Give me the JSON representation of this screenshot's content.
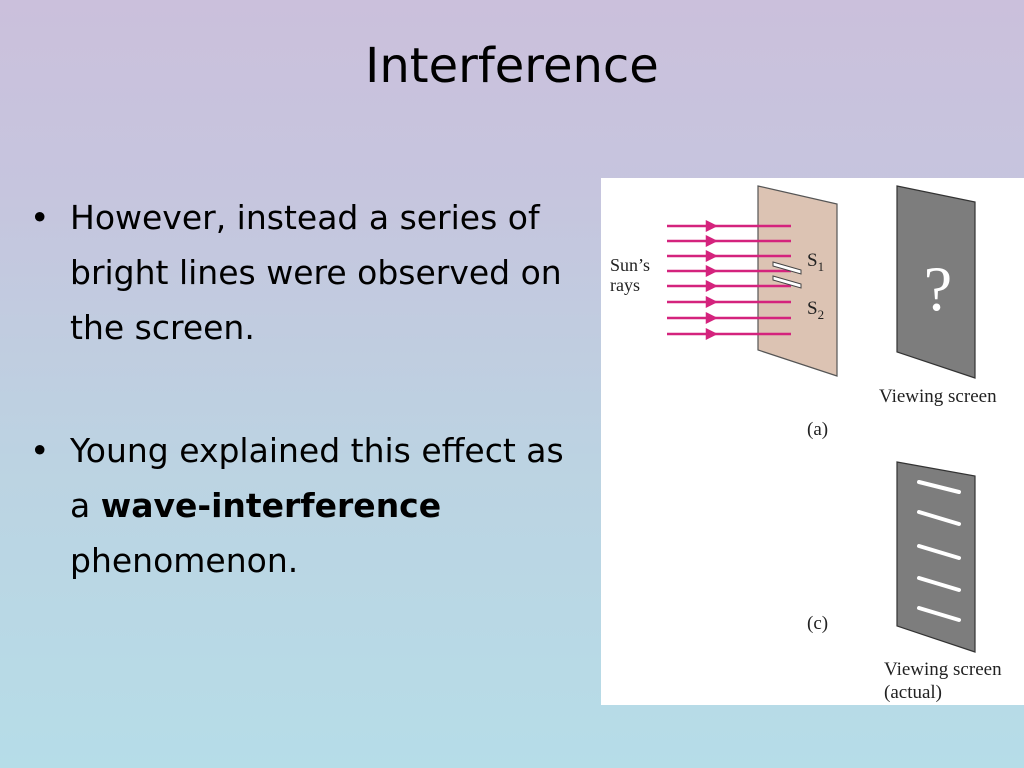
{
  "slide": {
    "title": "Interference",
    "bullets": [
      {
        "text": "However, instead a series of bright lines were observed on the screen."
      },
      {
        "pre": "Young explained this effect as a ",
        "bold": "wave-interference",
        "post": " phenomenon."
      }
    ]
  },
  "figure": {
    "rays_label_line1": "Sun’s",
    "rays_label_line2": "rays",
    "slit1": "S",
    "slit1_sub": "1",
    "slit2": "S",
    "slit2_sub": "2",
    "question_mark": "?",
    "screen_a_label": "Viewing screen",
    "panel_a": "(a)",
    "panel_c": "(c)",
    "screen_c_label_line1": "Viewing screen",
    "screen_c_label_line2": "(actual)",
    "colors": {
      "rays": "#d4237d",
      "barrier": "#dcc3b3",
      "screen": "#7d7d7d",
      "fringes": "#ffffff"
    }
  }
}
